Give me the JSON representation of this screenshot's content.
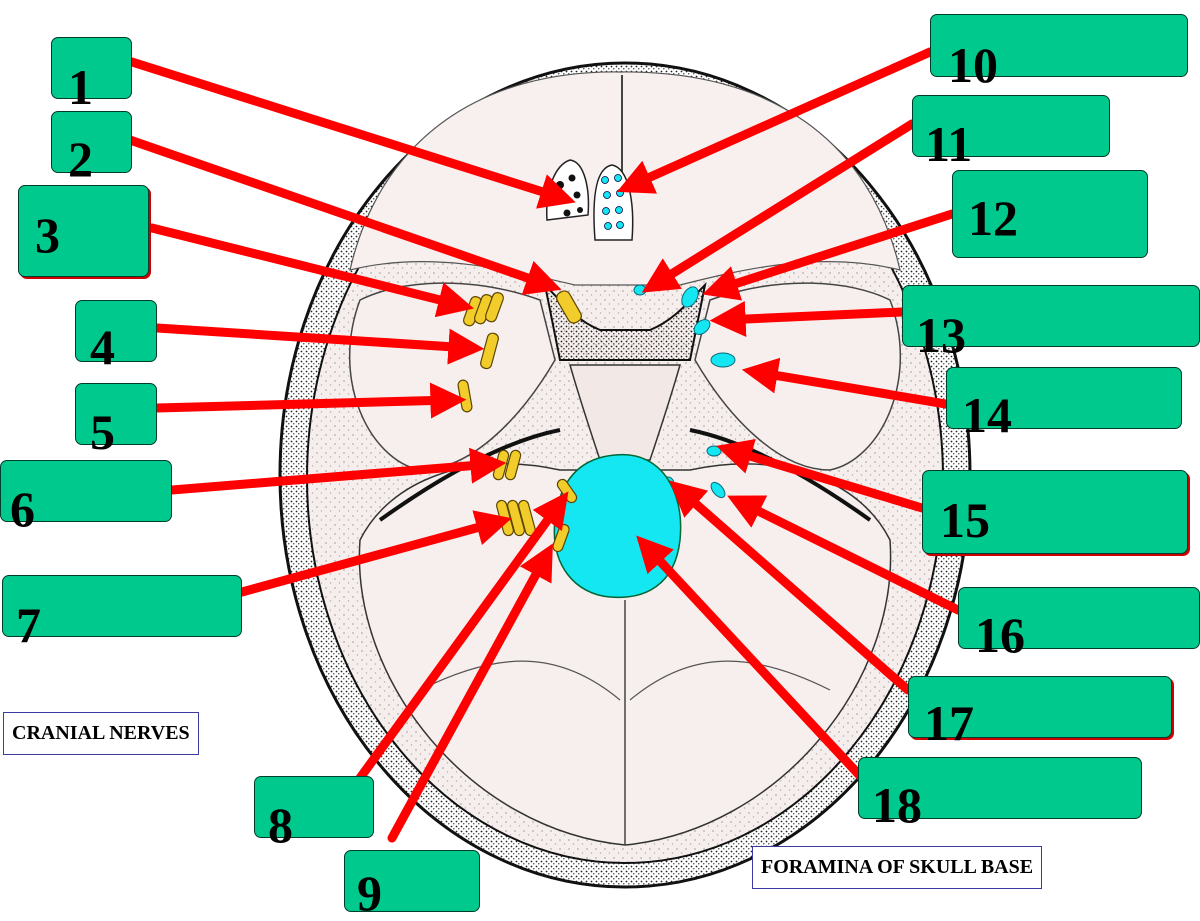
{
  "labels": [
    {
      "id": "1",
      "text": "1"
    },
    {
      "id": "2",
      "text": "2"
    },
    {
      "id": "3",
      "text": "3"
    },
    {
      "id": "4",
      "text": "4"
    },
    {
      "id": "5",
      "text": "5"
    },
    {
      "id": "6",
      "text": "6"
    },
    {
      "id": "7",
      "text": "7"
    },
    {
      "id": "8",
      "text": "8"
    },
    {
      "id": "9",
      "text": "9"
    },
    {
      "id": "10",
      "text": "10"
    },
    {
      "id": "11",
      "text": "11"
    },
    {
      "id": "12",
      "text": "12"
    },
    {
      "id": "13",
      "text": "13"
    },
    {
      "id": "14",
      "text": "14"
    },
    {
      "id": "15",
      "text": "15"
    },
    {
      "id": "16",
      "text": "16"
    },
    {
      "id": "17",
      "text": "17"
    },
    {
      "id": "18",
      "text": "18"
    }
  ],
  "captions": {
    "left": "CRANIAL NERVES",
    "right": "FORAMINA OF SKULL BASE"
  },
  "colors": {
    "label_box": "#00c98d",
    "arrow": "#ff0000",
    "nerve": "#f2cc2a",
    "foramen": "#14e6f2",
    "skull_fill": "#f6eeec"
  }
}
